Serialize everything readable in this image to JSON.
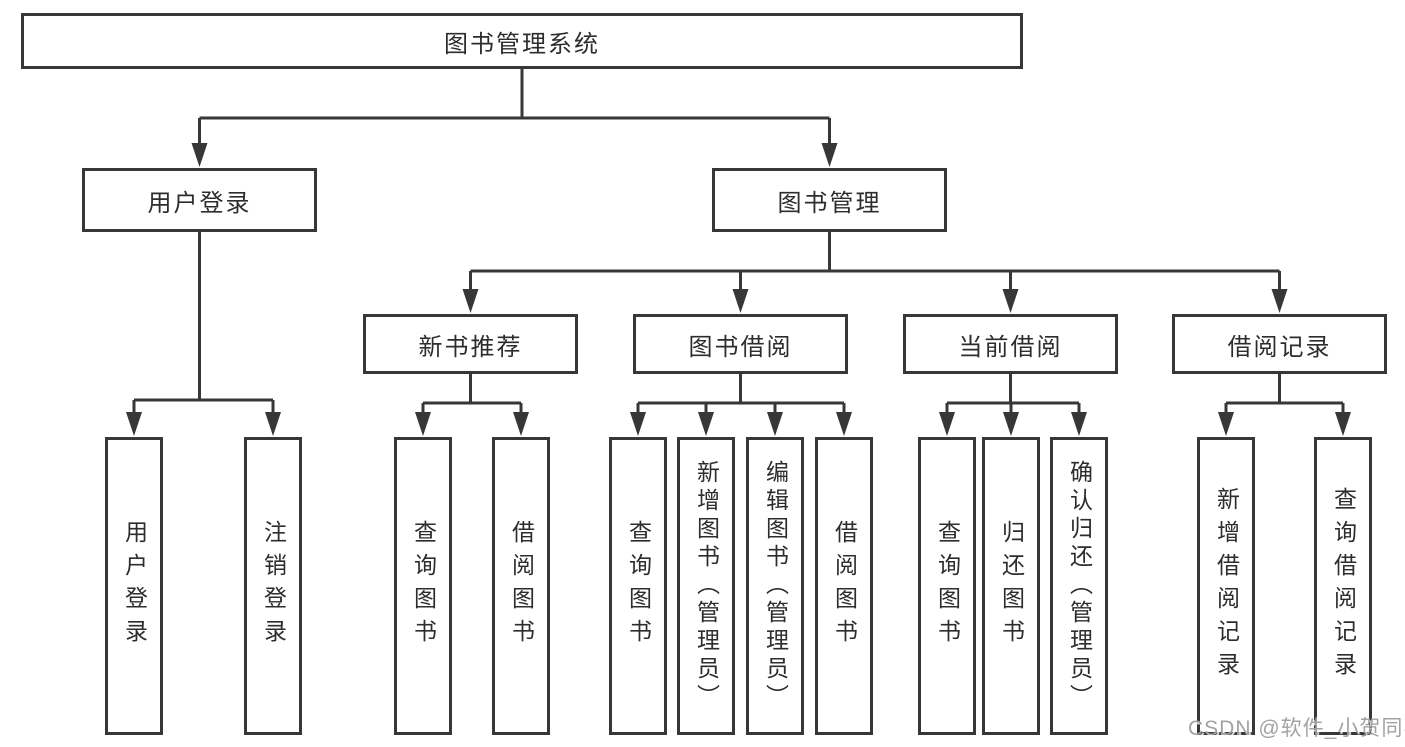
{
  "colors": {
    "line": "#373737",
    "box_border": "#373737",
    "text": "#2d2d2d",
    "watermark": "#a3a3a3",
    "background": "#ffffff"
  },
  "tree": {
    "label": "图书管理系统",
    "children": [
      {
        "label": "用户登录",
        "children": [
          {
            "label": "用户登录"
          },
          {
            "label": "注销登录"
          }
        ]
      },
      {
        "label": "图书管理",
        "children": [
          {
            "label": "新书推荐",
            "children": [
              {
                "label": "查询图书"
              },
              {
                "label": "借阅图书"
              }
            ]
          },
          {
            "label": "图书借阅",
            "children": [
              {
                "label": "查询图书"
              },
              {
                "label": "新增图书（管理员）"
              },
              {
                "label": "编辑图书（管理员）"
              },
              {
                "label": "借阅图书"
              }
            ]
          },
          {
            "label": "当前借阅",
            "children": [
              {
                "label": "查询图书"
              },
              {
                "label": "归还图书"
              },
              {
                "label": "确认归还（管理员）"
              }
            ]
          },
          {
            "label": "借阅记录",
            "children": [
              {
                "label": "新增借阅记录"
              },
              {
                "label": "查询借阅记录"
              }
            ]
          }
        ]
      }
    ]
  },
  "watermark": {
    "text": "CSDN @软件_小贺同学"
  }
}
